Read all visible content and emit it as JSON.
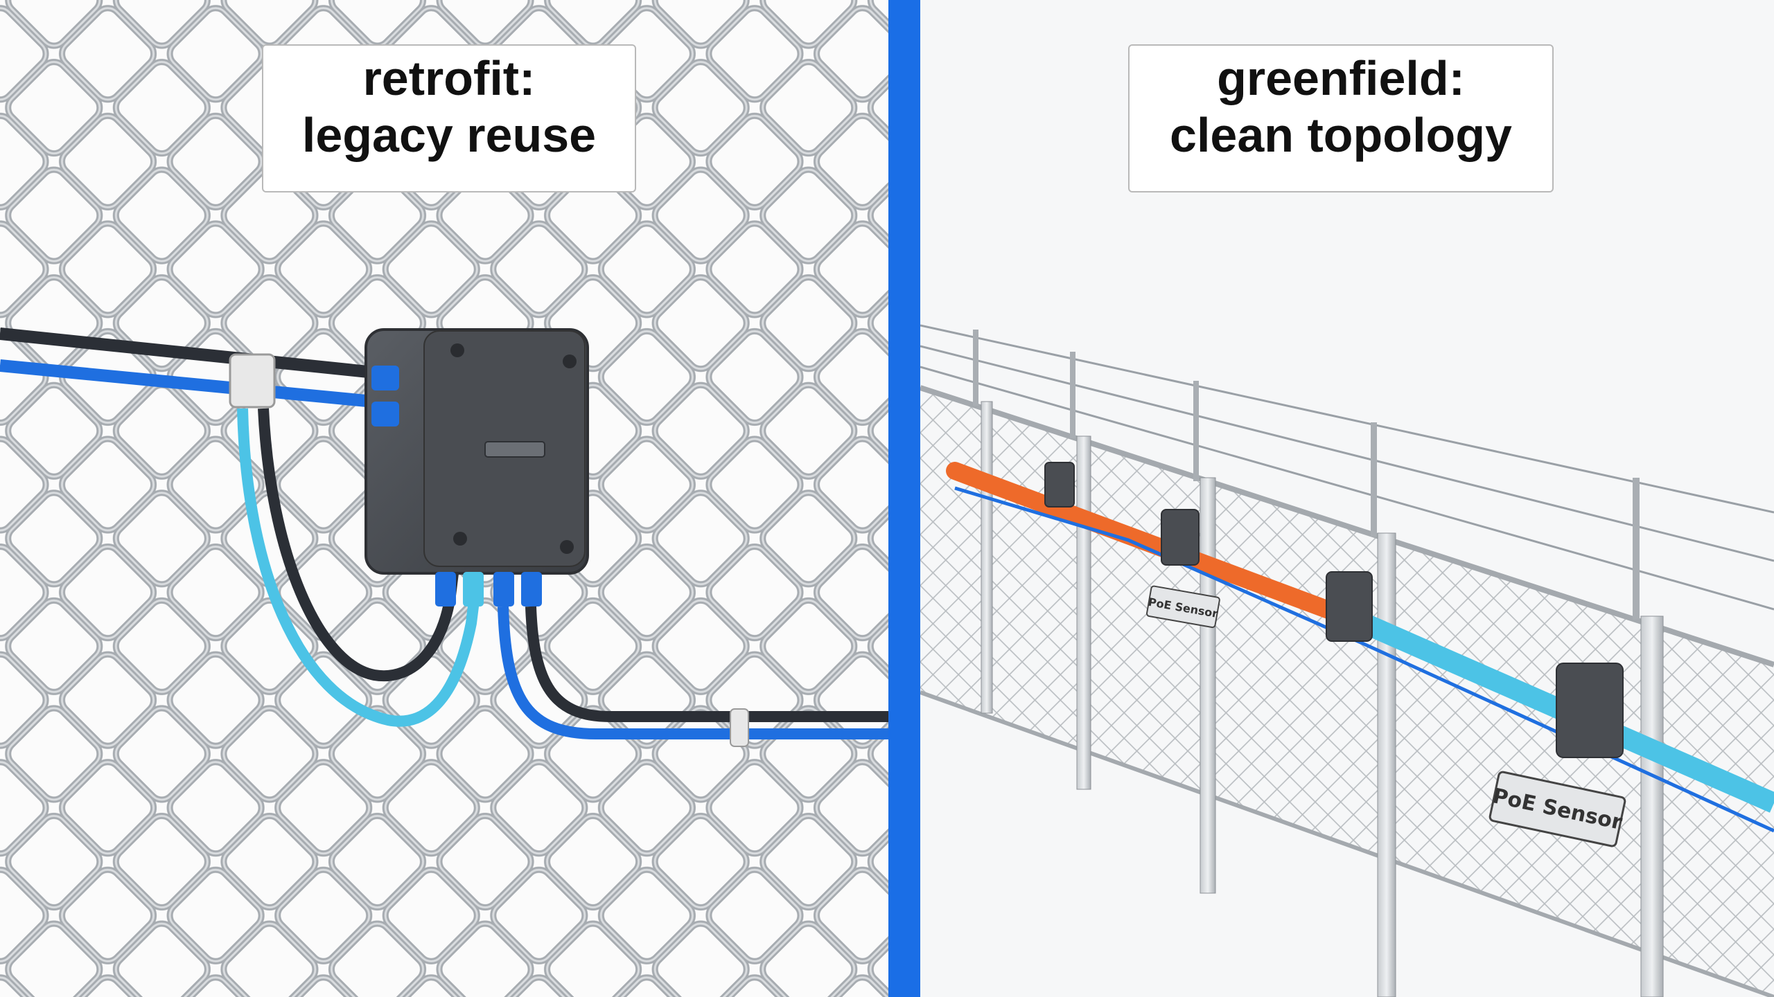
{
  "panels": {
    "left": {
      "title_line1": "retrofit:",
      "title_line2": "legacy reuse"
    },
    "right": {
      "title_line1": "greenfield:",
      "title_line2": "clean topology"
    }
  },
  "sensor_labels": [
    "PoE Sensor",
    "PoE Sensor"
  ],
  "colors": {
    "divider": "#1a6ee6",
    "cable_blue": "#1f6fe0",
    "cable_light_blue": "#4cc3e6",
    "cable_dark": "#2b2f36",
    "cable_orange": "#ee6a2a",
    "enclosure": "#4a4d52",
    "fence": "#9aa0a6"
  }
}
